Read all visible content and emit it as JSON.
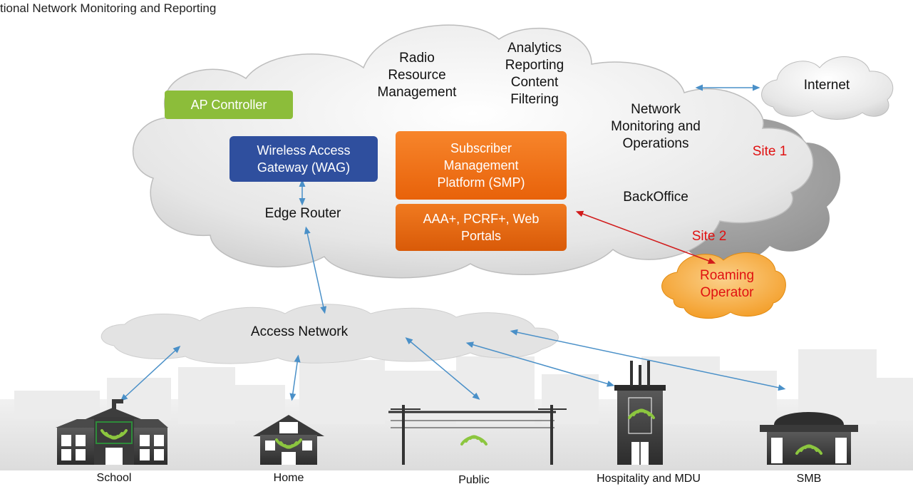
{
  "title": "tional Network Monitoring and Reporting",
  "core_cloud": {
    "radio_resource": "Radio\nResource\nManagement",
    "analytics": "Analytics\nReporting\nContent\nFiltering",
    "network_monitoring": "Network\nMonitoring and\nOperations",
    "backoffice": "BackOffice",
    "edge_router": "Edge Router",
    "site1": "Site 1",
    "site2": "Site 2"
  },
  "boxes": {
    "ap_controller": "AP Controller",
    "wag": "Wireless Access\nGateway (WAG)",
    "smp": "Subscriber\nManagement\nPlatform (SMP)",
    "aaa": "AAA+, PCRF+, Web\nPortals"
  },
  "internet": "Internet",
  "roaming": "Roaming\nOperator",
  "access_network": "Access Network",
  "venues": [
    {
      "label": "School",
      "icon": "school-icon"
    },
    {
      "label": "Home",
      "icon": "house-icon"
    },
    {
      "label": "Public",
      "icon": "power-pole-icon"
    },
    {
      "label": "Hospitality and MDU",
      "icon": "tower-building-icon"
    },
    {
      "label": "SMB",
      "icon": "shop-icon"
    }
  ],
  "colors": {
    "ap_controller": "#8cbd3a",
    "wag": "#2f4f9e",
    "smp": "#f06b0c",
    "aaa": "#e8620a",
    "wifi": "#8cc63f",
    "arrow_blue": "#4a90c8",
    "arrow_red": "#d11a1a",
    "roaming": "#f7a533"
  }
}
